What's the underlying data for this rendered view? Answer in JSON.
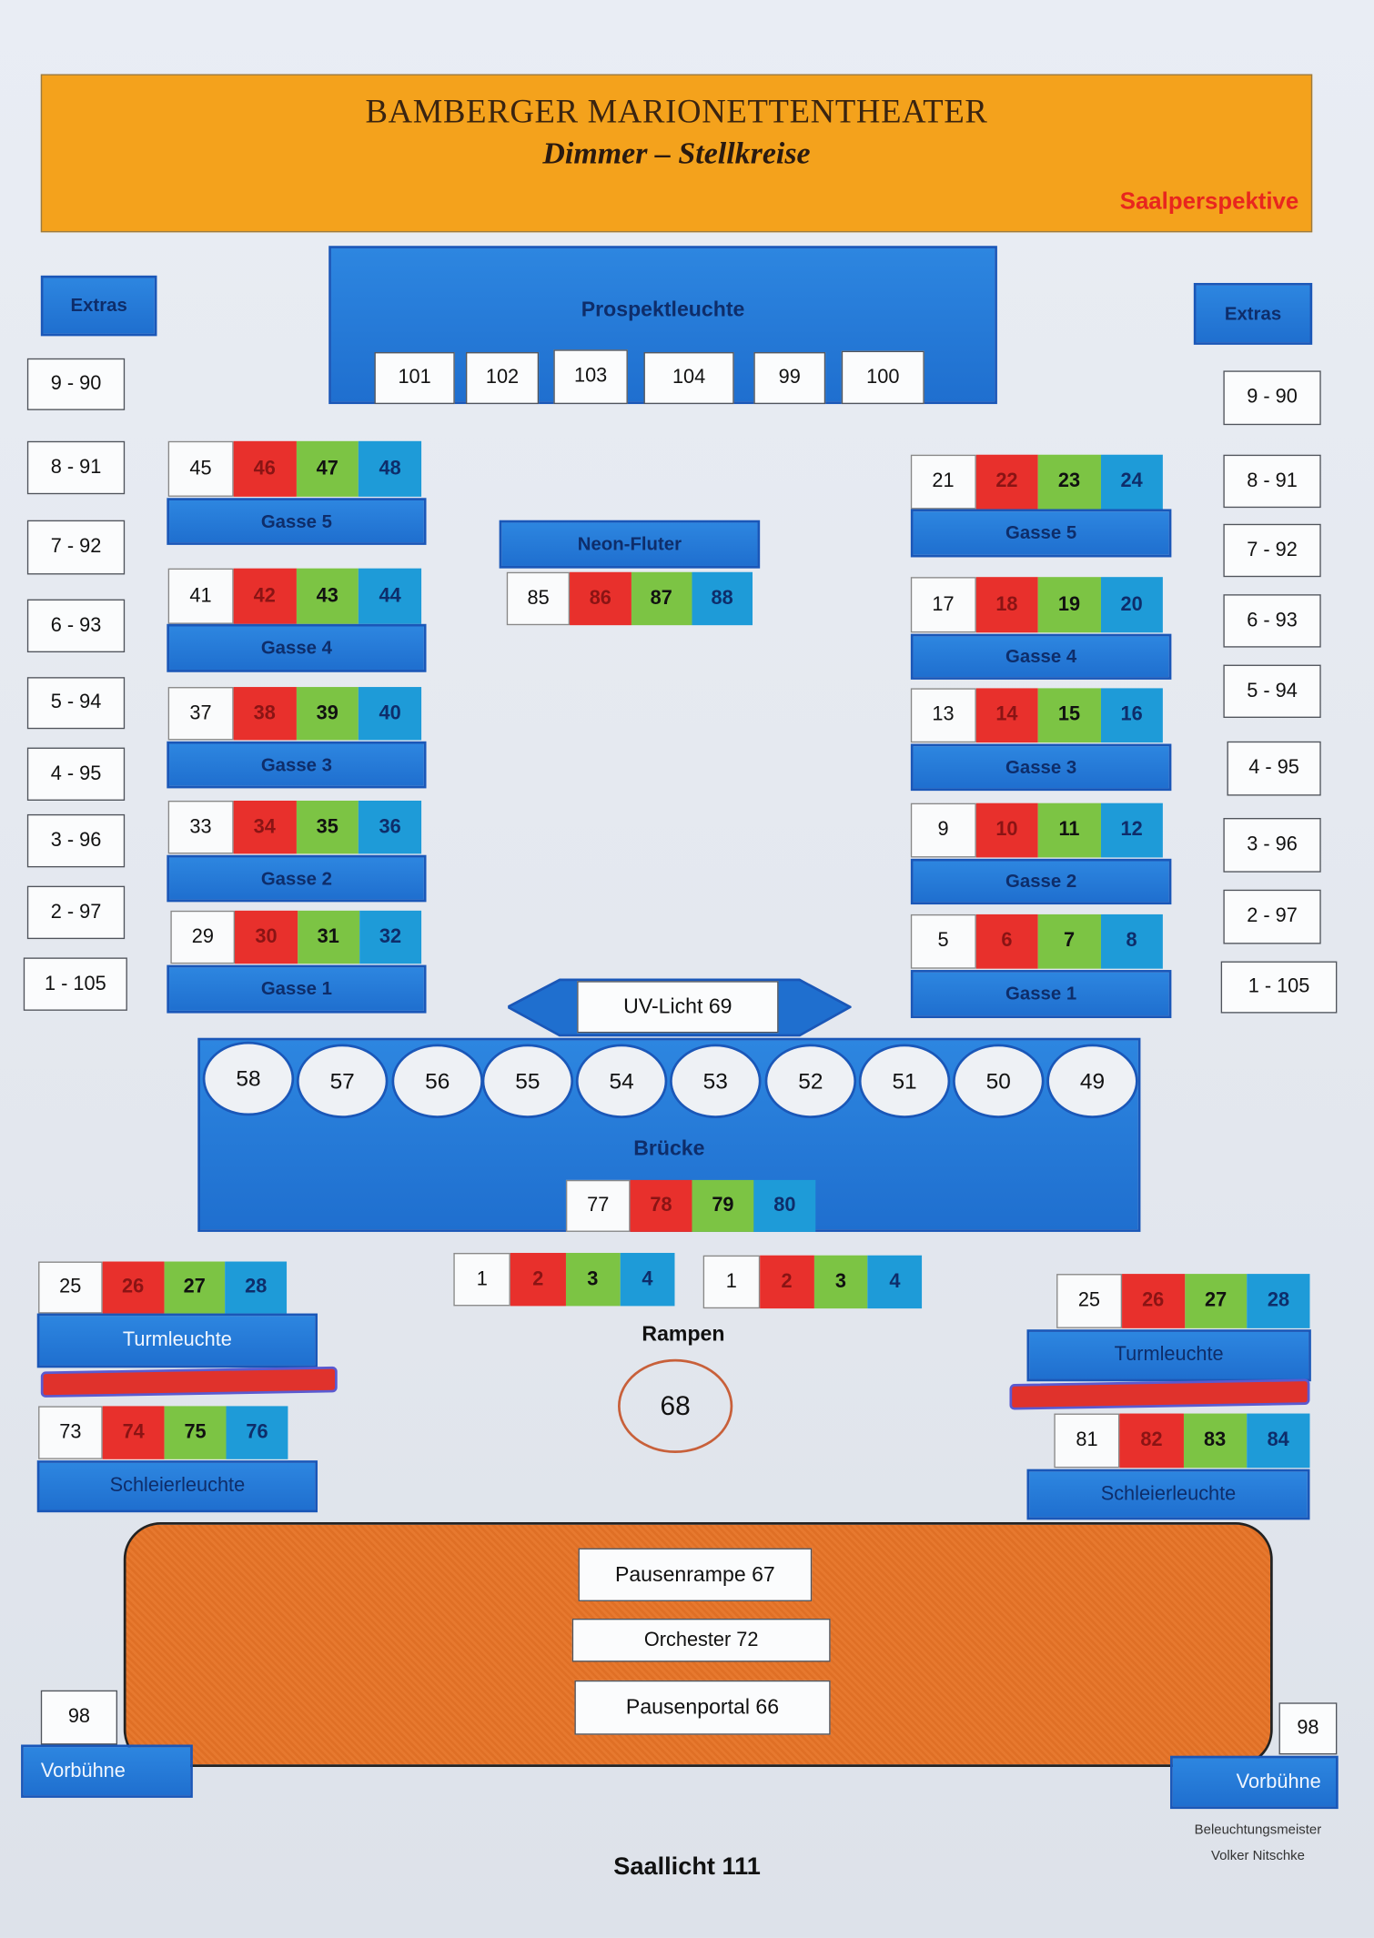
{
  "header": {
    "title": "BAMBERGER MARIONETTENTHEATER",
    "subtitle": "Dimmer – Stellkreise",
    "perspective": "Saalperspektive"
  },
  "prospekt": {
    "label": "Prospektleuchte",
    "channels": [
      "101",
      "102",
      "103",
      "104",
      "99",
      "100"
    ]
  },
  "extras_left": {
    "label": "Extras",
    "items": [
      "9 - 90",
      "8 - 91",
      "7 - 92",
      "6 - 93",
      "5 - 94",
      "4 - 95",
      "3 - 96",
      "2 - 97",
      "1 - 105"
    ]
  },
  "extras_right": {
    "label": "Extras",
    "items": [
      "9 - 90",
      "8 - 91",
      "7 - 92",
      "6 - 93",
      "5 - 94",
      "4 - 95",
      "3 - 96",
      "2 - 97",
      "1 - 105"
    ]
  },
  "gassen_left": [
    {
      "label": "Gasse 5",
      "channels": [
        "45",
        "46",
        "47",
        "48"
      ]
    },
    {
      "label": "Gasse 4",
      "channels": [
        "41",
        "42",
        "43",
        "44"
      ]
    },
    {
      "label": "Gasse 3",
      "channels": [
        "37",
        "38",
        "39",
        "40"
      ]
    },
    {
      "label": "Gasse 2",
      "channels": [
        "33",
        "34",
        "35",
        "36"
      ]
    },
    {
      "label": "Gasse 1",
      "channels": [
        "29",
        "30",
        "31",
        "32"
      ]
    }
  ],
  "gassen_right": [
    {
      "label": "Gasse 5",
      "channels": [
        "21",
        "22",
        "23",
        "24"
      ]
    },
    {
      "label": "Gasse 4",
      "channels": [
        "17",
        "18",
        "19",
        "20"
      ]
    },
    {
      "label": "Gasse 3",
      "channels": [
        "13",
        "14",
        "15",
        "16"
      ]
    },
    {
      "label": "Gasse 2",
      "channels": [
        "9",
        "10",
        "11",
        "12"
      ]
    },
    {
      "label": "Gasse 1",
      "channels": [
        "5",
        "6",
        "7",
        "8"
      ]
    }
  ],
  "neon": {
    "label": "Neon-Fluter",
    "channels": [
      "85",
      "86",
      "87",
      "88"
    ]
  },
  "uv": {
    "label": "UV-Licht  69"
  },
  "bruecke": {
    "label": "Brücke",
    "circles": [
      "58",
      "57",
      "56",
      "55",
      "54",
      "53",
      "52",
      "51",
      "50",
      "49"
    ],
    "channels": [
      "77",
      "78",
      "79",
      "80"
    ]
  },
  "rampen": {
    "label": "Rampen",
    "left": [
      "1",
      "2",
      "3",
      "4"
    ],
    "right": [
      "1",
      "2",
      "3",
      "4"
    ],
    "circle": "68"
  },
  "tower_left": {
    "turm": {
      "label": "Turmleuchte",
      "channels": [
        "25",
        "26",
        "27",
        "28"
      ]
    },
    "schleier": {
      "label": "Schleierleuchte",
      "channels": [
        "73",
        "74",
        "75",
        "76"
      ]
    }
  },
  "tower_right": {
    "turm": {
      "label": "Turmleuchte",
      "channels": [
        "25",
        "26",
        "27",
        "28"
      ]
    },
    "schleier": {
      "label": "Schleierleuchte",
      "channels": [
        "81",
        "82",
        "83",
        "84"
      ]
    }
  },
  "stage": {
    "pausenrampe": "Pausenrampe  67",
    "orchester": "Orchester 72",
    "pausenportal": "Pausenportal  66"
  },
  "vorbuehne_left": {
    "label": "Vorbühne",
    "channel": "98"
  },
  "vorbuehne_right": {
    "label": "Vorbühne",
    "channel": "98"
  },
  "saallicht": "Saallicht  111",
  "credit": {
    "role": "Beleuchtungsmeister",
    "name": "Volker Nitschke"
  },
  "colors": {
    "header": "#f4a21c",
    "blue": "#1f6fcf",
    "red": "#e8302c",
    "green": "#7cc444",
    "cyan": "#1e9bd8",
    "stage": "#e7792f"
  }
}
